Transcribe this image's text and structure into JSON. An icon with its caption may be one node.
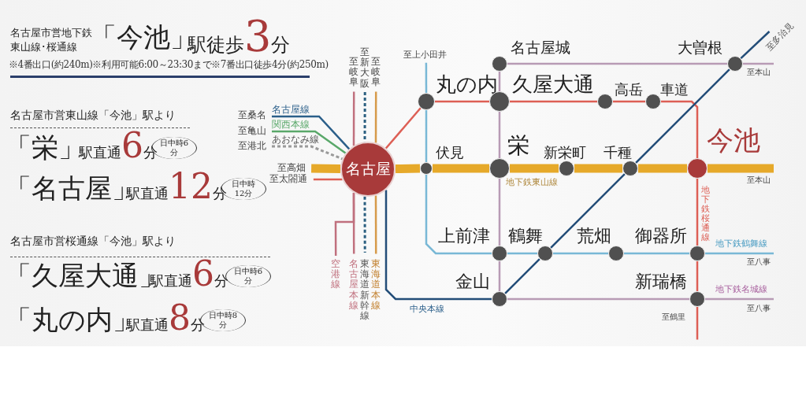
{
  "diagram": {
    "nodes": [
      {
        "text": [
          "名古屋"
        ]
      },
      {
        "text": [],
        "shape": "circle",
        "beside": [
          "名古屋城"
        ]
      },
      {
        "text": [],
        "shape": "circle",
        "beside": [
          "大曽根"
        ]
      },
      {
        "text": [],
        "shape": "circle",
        "beside": [
          "丸の内"
        ]
      },
      {
        "text": [],
        "shape": "circle",
        "beside": [
          "久屋大通"
        ]
      },
      {
        "text": [],
        "shape": "circle",
        "beside": [
          "高岳"
        ]
      },
      {
        "text": [],
        "shape": "circle",
        "beside": [
          "車道"
        ]
      },
      {
        "text": [],
        "shape": "circle",
        "beside": [
          "伏見"
        ]
      },
      {
        "text": [],
        "shape": "circle",
        "beside": [
          "栄"
        ]
      },
      {
        "text": [],
        "shape": "circle",
        "beside": [
          "新栄町"
        ]
      },
      {
        "text": [],
        "shape": "circle",
        "beside": [
          "千種"
        ]
      },
      {
        "text": [],
        "shape": "circle",
        "beside": [
          "今池"
        ]
      },
      {
        "text": [],
        "shape": "circle",
        "beside": [
          "上前津"
        ]
      },
      {
        "text": [],
        "shape": "circle",
        "beside": [
          "鶴舞"
        ]
      },
      {
        "text": [],
        "shape": "circle",
        "beside": [
          "荒畑"
        ]
      },
      {
        "text": [],
        "shape": "circle",
        "beside": [
          "御器所"
        ]
      },
      {
        "text": [],
        "shape": "circle",
        "beside": [
          "金山"
        ]
      },
      {
        "text": [],
        "shape": "circle",
        "beside": [
          "新瑞橋"
        ]
      },
      {
        "text": [
          "至上小田井"
        ]
      },
      {
        "text": [
          "至岐阜"
        ]
      },
      {
        "text": [
          "至新大阪"
        ]
      },
      {
        "text": [
          "至岐阜"
        ]
      },
      {
        "text": [
          "名古屋線"
        ]
      },
      {
        "text": [
          "関西本線"
        ]
      },
      {
        "text": [
          "あおなみ線"
        ]
      },
      {
        "text": [
          "至高畑"
        ]
      },
      {
        "text": [
          "至太閤通"
        ]
      },
      {
        "text": [
          "空港線"
        ]
      },
      {
        "text": [
          "名古屋本線"
        ]
      },
      {
        "text": [
          "東海道新幹線"
        ]
      },
      {
        "text": [
          "東海道本線"
        ]
      },
      {
        "text": [
          "至多治見"
        ]
      },
      {
        "text": [
          "至本山"
        ]
      },
      {
        "text": [
          "至本山"
        ]
      },
      {
        "text": [
          "至八事"
        ]
      },
      {
        "text": [
          "至八事"
        ]
      },
      {
        "text": [
          "至鶴里"
        ]
      }
    ],
    "edges": [
      {
        "from": 25,
        "to": 0,
        "arrow": "none",
        "style": "thick",
        "color": "#e6a92a"
      },
      {
        "from": 0,
        "to": 7,
        "arrow": "none",
        "style": "thick",
        "color": "#e6a92a"
      },
      {
        "from": 7,
        "to": 8,
        "arrow": "none",
        "style": "thick",
        "color": "#e6a92a"
      },
      {
        "from": 8,
        "to": 9,
        "arrow": "none",
        "style": "thick",
        "color": "#e6a92a"
      },
      {
        "from": 9,
        "to": 10,
        "arrow": "none",
        "style": "thick",
        "color": "#e6a92a"
      },
      {
        "from": 10,
        "to": 11,
        "arrow": "none",
        "style": "thick",
        "color": "#e6a92a"
      },
      {
        "from": 11,
        "to": 33,
        "arrow": "none",
        "style": "thick",
        "color": "#e6a92a"
      },
      {
        "from": 26,
        "to": 0,
        "arrow": "none",
        "color": "#dd5f55"
      },
      {
        "from": 0,
        "to": 3,
        "arrow": "none",
        "color": "#dd5f55"
      },
      {
        "from": 3,
        "to": 4,
        "arrow": "none",
        "color": "#dd5f55"
      },
      {
        "from": 4,
        "to": 5,
        "arrow": "none",
        "color": "#dd5f55"
      },
      {
        "from": 5,
        "to": 6,
        "arrow": "none",
        "color": "#dd5f55"
      },
      {
        "from": 6,
        "to": 11,
        "arrow": "none",
        "color": "#dd5f55"
      },
      {
        "from": 11,
        "to": 15,
        "arrow": "none",
        "color": "#dd5f55"
      },
      {
        "from": 15,
        "to": 17,
        "arrow": "none",
        "color": "#dd5f55"
      },
      {
        "from": 17,
        "to": 36,
        "arrow": "none",
        "color": "#dd5f55"
      },
      {
        "from": 18,
        "to": 3,
        "arrow": "none",
        "color": "#79b8d6"
      },
      {
        "from": 7,
        "to": 12,
        "arrow": "none",
        "color": "#79b8d6"
      },
      {
        "from": 12,
        "to": 13,
        "arrow": "none",
        "color": "#79b8d6"
      },
      {
        "from": 13,
        "to": 14,
        "arrow": "none",
        "color": "#79b8d6"
      },
      {
        "from": 14,
        "to": 15,
        "arrow": "none",
        "color": "#79b8d6"
      },
      {
        "from": 15,
        "to": 34,
        "arrow": "none",
        "color": "#79b8d6"
      },
      {
        "from": 1,
        "to": 2,
        "arrow": "none",
        "color": "#b89bb5"
      },
      {
        "from": 2,
        "to": 32,
        "arrow": "none",
        "color": "#b89bb5"
      },
      {
        "from": 1,
        "to": 4,
        "arrow": "none",
        "color": "#b89bb5"
      },
      {
        "from": 4,
        "to": 8,
        "arrow": "none",
        "color": "#b89bb5"
      },
      {
        "from": 8,
        "to": 12,
        "arrow": "none",
        "color": "#b89bb5"
      },
      {
        "from": 12,
        "to": 16,
        "arrow": "none",
        "color": "#b89bb5"
      },
      {
        "from": 16,
        "to": 17,
        "arrow": "none",
        "color": "#b89bb5"
      },
      {
        "from": 17,
        "to": 35,
        "arrow": "none",
        "color": "#b89bb5"
      },
      {
        "from": 0,
        "to": 16,
        "arrow": "none",
        "color": "#234d78"
      },
      {
        "from": 16,
        "to": 13,
        "arrow": "none",
        "color": "#234d78"
      },
      {
        "from": 13,
        "to": 10,
        "arrow": "none",
        "color": "#234d78"
      },
      {
        "from": 10,
        "to": 2,
        "arrow": "none",
        "color": "#234d78"
      },
      {
        "from": 2,
        "to": 31,
        "arrow": "none",
        "color": "#234d78"
      },
      {
        "from": 22,
        "to": 0,
        "arrow": "none",
        "color": "#2b5f8a"
      },
      {
        "from": 23,
        "to": 0,
        "arrow": "none",
        "color": "#5aa86a"
      },
      {
        "from": 24,
        "to": 0,
        "arrow": "none",
        "style": "dashed",
        "color": "#9a9a9a"
      },
      {
        "from": 19,
        "to": 0,
        "arrow": "none",
        "color": "#c0707e"
      },
      {
        "from": 20,
        "to": 0,
        "arrow": "none",
        "style": "dashed",
        "color": "#2b5f80"
      },
      {
        "from": 21,
        "to": 0,
        "arrow": "none",
        "color": "#d69a4a"
      },
      {
        "from": 0,
        "to": 28,
        "arrow": "none",
        "color": "#c0707e"
      },
      {
        "from": 0,
        "to": 27,
        "arrow": "none",
        "color": "#c0707e"
      },
      {
        "from": 0,
        "to": 29,
        "arrow": "none",
        "style": "dashed",
        "color": "#2b5f80"
      },
      {
        "from": 0,
        "to": 30,
        "arrow": "none",
        "color": "#d69a4a"
      },
      {
        "from": 3,
        "to": 7,
        "arrow": "none",
        "color": "#79b8d6"
      }
    ],
    "labels": [
      "名古屋市営地下鉄東山線･桜通線",
      "「今池」",
      "駅徒歩**3**分",
      "※4番出口(約240m)※利用可能6:00～23:30まで※7番出口徒歩4分(約250m)",
      "名古屋市営東山線「今池」駅より",
      "「栄」",
      "駅直通**6**分",
      "日中時6分",
      "「名古屋」",
      "駅直通**12**分",
      "日中時12分",
      "名古屋市営桜通線「今池」駅より",
      "「久屋大通」",
      "駅直通**6**分",
      "日中時6分",
      "「丸の内」",
      "駅直通**8**分",
      "日中時8分",
      "至桑名",
      "至亀山",
      "至港北",
      "中央本線",
      "地下鉄東山線",
      "地下鉄桜通線",
      "地下鉄鶴舞線",
      "地下鉄名城線"
    ]
  }
}
